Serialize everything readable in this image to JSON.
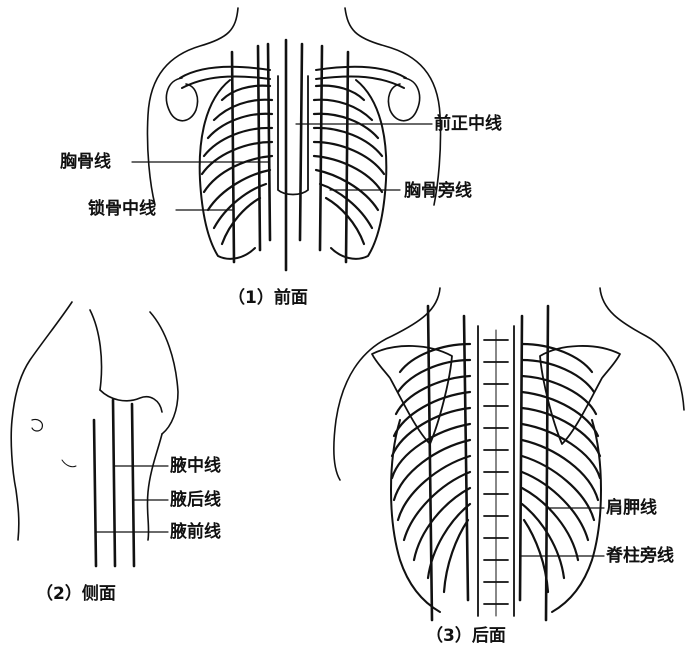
{
  "figure": {
    "front": {
      "caption": "（1）前面",
      "labels": {
        "anterior_median": "前正中线",
        "sternal": "胸骨线",
        "midclavicular": "锁骨中线",
        "parasternal": "胸骨旁线"
      }
    },
    "side": {
      "caption": "（2）侧面",
      "labels": {
        "mid_axillary": "腋中线",
        "posterior_axillary": "腋后线",
        "anterior_axillary": "腋前线"
      }
    },
    "back": {
      "caption": "（3）后面",
      "labels": {
        "scapular": "肩胛线",
        "paravertebral": "脊柱旁线"
      }
    }
  }
}
